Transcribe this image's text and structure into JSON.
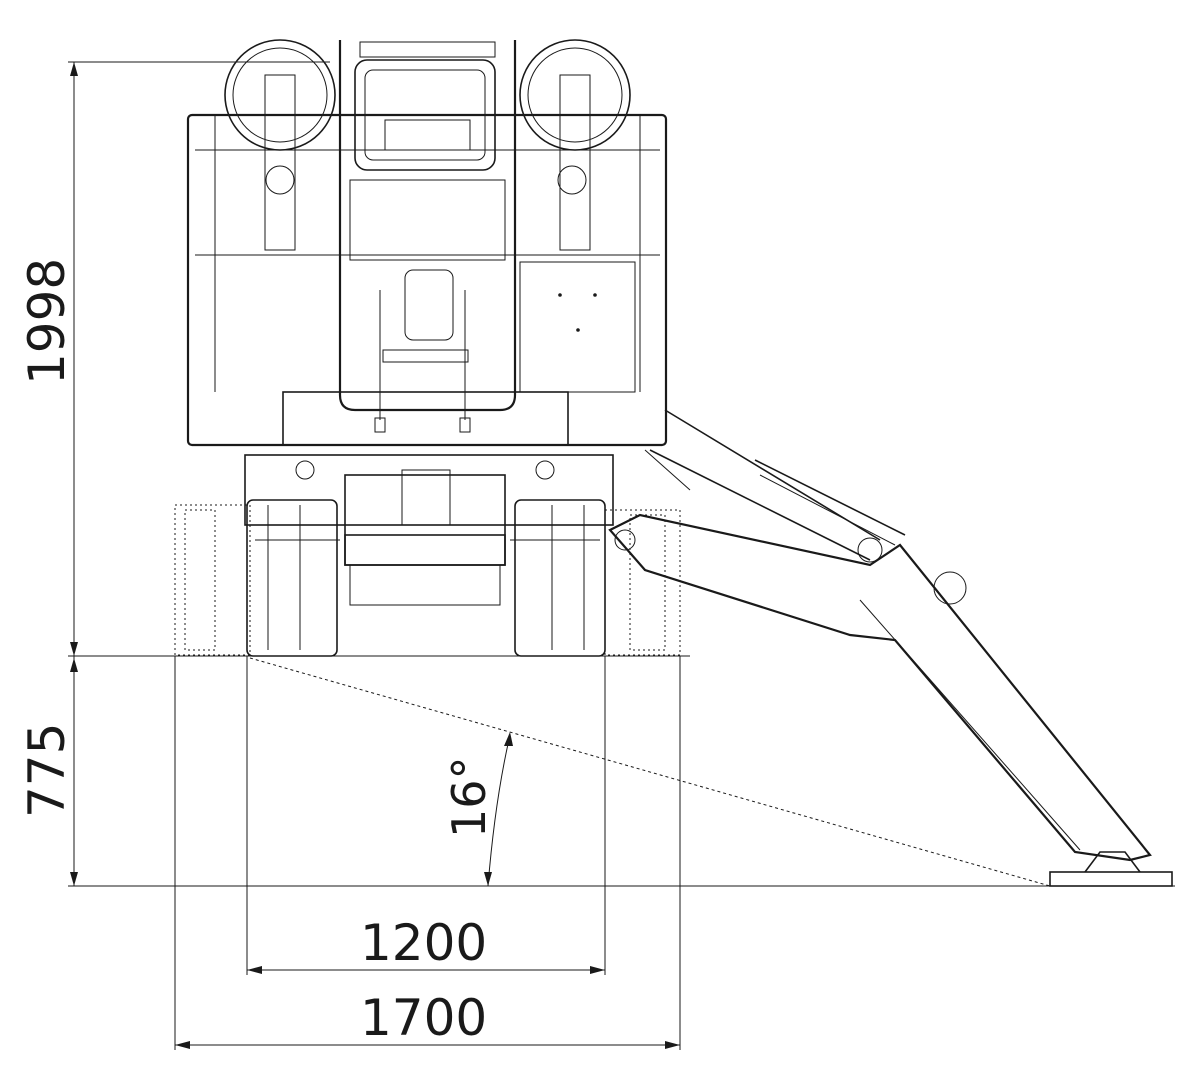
{
  "dimensions": {
    "total_height": "1998",
    "ground_clearance_height": "775",
    "inner_track_width": "1200",
    "outer_track_width": "1700",
    "outrigger_angle": "16°"
  },
  "colors": {
    "line": "#1a1a1a",
    "background": "#ffffff"
  }
}
